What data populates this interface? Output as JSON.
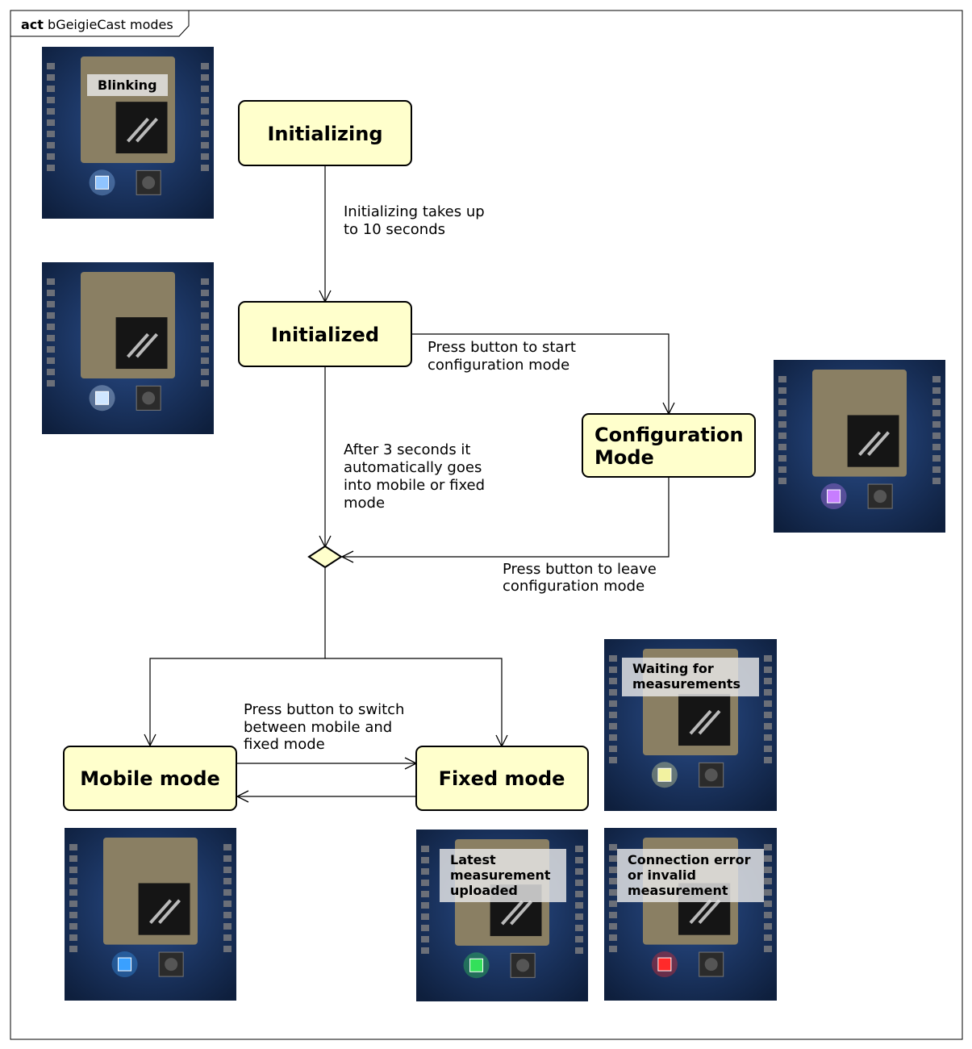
{
  "frame": {
    "keyword": "act",
    "name": "bGeigieCast modes"
  },
  "states": {
    "initializing": "Initializing",
    "initialized": "Initialized",
    "configuration": [
      "Configuration",
      "Mode"
    ],
    "mobile": "Mobile mode",
    "fixed": "Fixed mode"
  },
  "transitions": {
    "init_note": [
      "Initializing takes up",
      "to 10 seconds"
    ],
    "start_config": [
      "Press button to start",
      "configuration mode"
    ],
    "auto_mode": [
      "After 3 seconds it",
      "automatically goes",
      "into mobile or fixed",
      "mode"
    ],
    "leave_config": [
      "Press button to leave",
      "configuration mode"
    ],
    "switch_mode": [
      "Press button to switch",
      "between mobile and",
      "fixed mode"
    ]
  },
  "photos": {
    "blinking": {
      "caption": [
        "Blinking"
      ],
      "led_color": "#8fc4ff"
    },
    "initialized": {
      "caption": [],
      "led_color": "#cfe6ff"
    },
    "configuration": {
      "caption": [],
      "led_color": "#c77dff"
    },
    "mobile": {
      "caption": [],
      "led_color": "#3aa0ff"
    },
    "waiting": {
      "caption": [
        "Waiting for",
        "measurements"
      ],
      "led_color": "#f2f2a0"
    },
    "uploaded": {
      "caption": [
        "Latest",
        "measurement",
        "uploaded"
      ],
      "led_color": "#33e05a"
    },
    "error": {
      "caption": [
        "Connection error",
        "or invalid",
        "measurement"
      ],
      "led_color": "#ff2a2a"
    }
  },
  "colors": {
    "state_fill": "#ffffcc",
    "line": "#000000",
    "board": "#1c3f78"
  }
}
